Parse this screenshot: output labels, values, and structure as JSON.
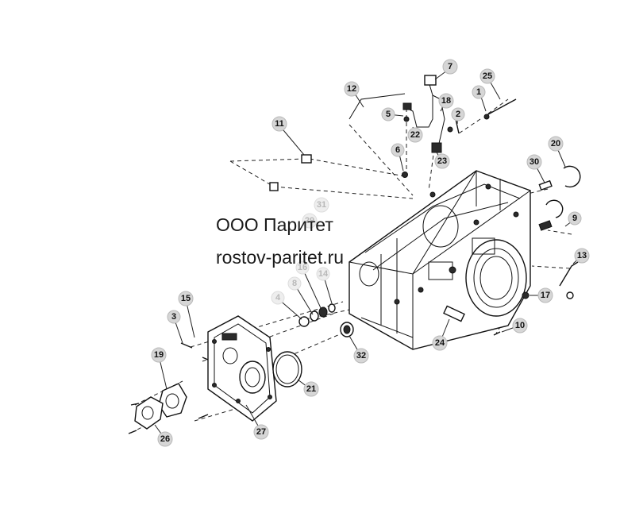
{
  "watermark": {
    "line1": "ООО Паритет",
    "line2": "rostov-paritet.ru"
  },
  "callouts": [
    {
      "id": "7",
      "label": "7"
    },
    {
      "id": "25",
      "label": "25"
    },
    {
      "id": "12",
      "label": "12"
    },
    {
      "id": "18",
      "label": "18"
    },
    {
      "id": "1",
      "label": "1"
    },
    {
      "id": "5",
      "label": "5"
    },
    {
      "id": "2",
      "label": "2"
    },
    {
      "id": "22",
      "label": "22"
    },
    {
      "id": "11",
      "label": "11"
    },
    {
      "id": "6",
      "label": "6"
    },
    {
      "id": "23",
      "label": "23"
    },
    {
      "id": "20",
      "label": "20"
    },
    {
      "id": "30",
      "label": "30"
    },
    {
      "id": "31",
      "label": "31"
    },
    {
      "id": "29",
      "label": "29"
    },
    {
      "id": "9",
      "label": "9"
    },
    {
      "id": "13",
      "label": "13"
    },
    {
      "id": "16",
      "label": "16"
    },
    {
      "id": "8",
      "label": "8"
    },
    {
      "id": "14",
      "label": "14"
    },
    {
      "id": "4",
      "label": "4"
    },
    {
      "id": "15",
      "label": "15"
    },
    {
      "id": "17",
      "label": "17"
    },
    {
      "id": "3",
      "label": "3"
    },
    {
      "id": "10",
      "label": "10"
    },
    {
      "id": "19",
      "label": "19"
    },
    {
      "id": "24",
      "label": "24"
    },
    {
      "id": "32",
      "label": "32"
    },
    {
      "id": "21",
      "label": "21"
    },
    {
      "id": "27",
      "label": "27"
    },
    {
      "id": "26",
      "label": "26"
    }
  ]
}
